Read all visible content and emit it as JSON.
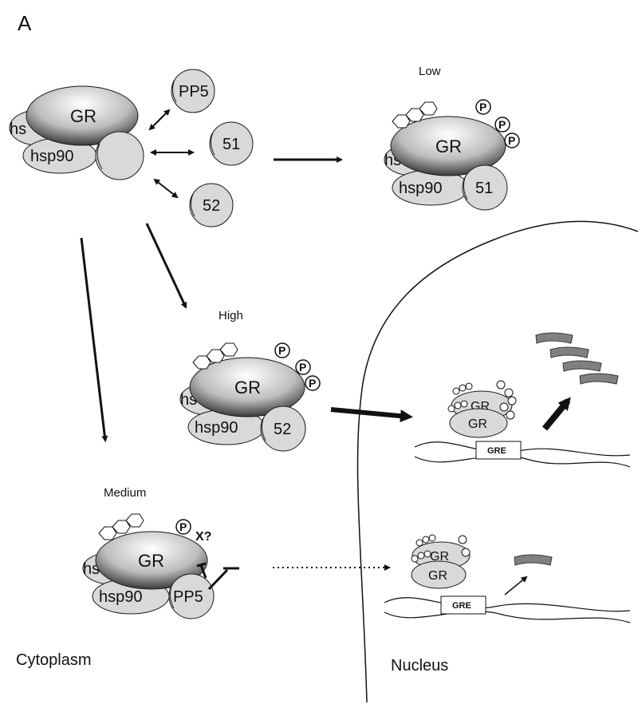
{
  "panel_label": "A",
  "compartments": {
    "cytoplasm": "Cytoplasm",
    "nucleus": "Nucleus"
  },
  "levels": {
    "low": "Low",
    "high": "High",
    "medium": "Medium"
  },
  "molecules": {
    "gr": "GR",
    "hsp90": "hsp90",
    "hsp_partial": "hs",
    "pp5": "PP5",
    "fkbp51": "51",
    "fkbp52": "52",
    "phospho": "P",
    "unknown": "X?",
    "gre": "GRE"
  },
  "colors": {
    "fill": "#d9d9d9",
    "stroke": "#1a1a1a",
    "mrna": "#808080"
  }
}
